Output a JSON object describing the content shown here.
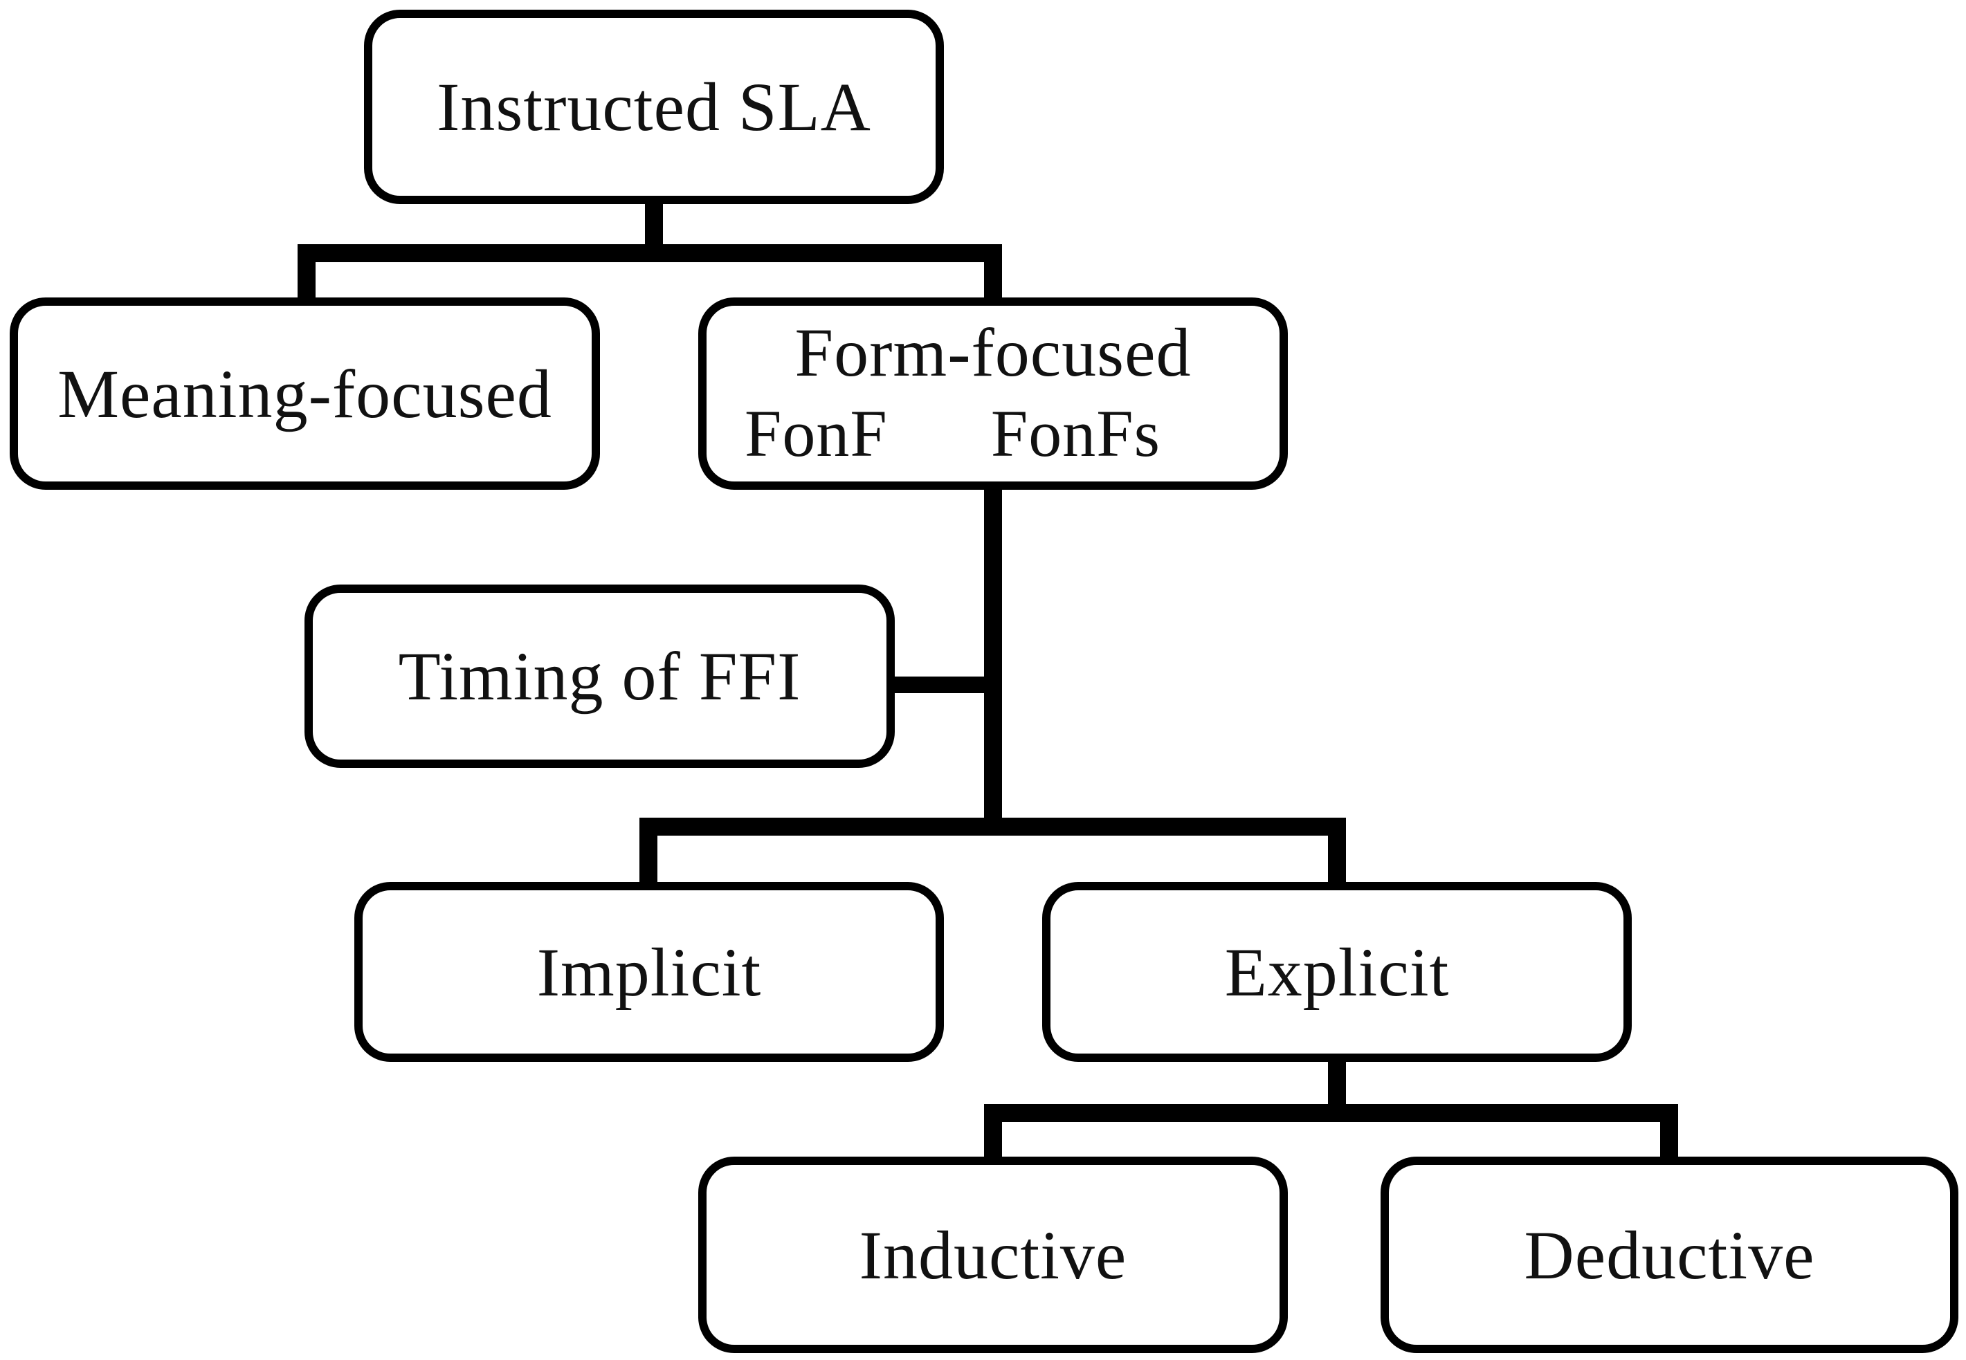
{
  "diagram": {
    "type": "tree-flowchart",
    "colors": {
      "line": "#000000",
      "box_fill": "#ffffff",
      "text": "#111111",
      "background": "#ffffff"
    },
    "nodes": {
      "instructed_sla": {
        "label": "Instructed SLA"
      },
      "meaning_focused": {
        "label": "Meaning-focused"
      },
      "form_focused": {
        "label": "Form-focused",
        "sub_left": "FonF",
        "sub_right": "FonFs"
      },
      "timing_ffi": {
        "label": "Timing of FFI"
      },
      "implicit": {
        "label": "Implicit"
      },
      "explicit": {
        "label": "Explicit"
      },
      "inductive": {
        "label": "Inductive"
      },
      "deductive": {
        "label": "Deductive"
      }
    },
    "edges": [
      {
        "from": "instructed_sla",
        "to": "meaning_focused"
      },
      {
        "from": "instructed_sla",
        "to": "form_focused"
      },
      {
        "from": "form_focused",
        "to": "implicit"
      },
      {
        "from": "form_focused",
        "to": "explicit"
      },
      {
        "from": "timing_ffi",
        "to": "trunk_between_form_focused_and_split",
        "style": "side-stub"
      },
      {
        "from": "explicit",
        "to": "inductive"
      },
      {
        "from": "explicit",
        "to": "deductive"
      }
    ]
  }
}
